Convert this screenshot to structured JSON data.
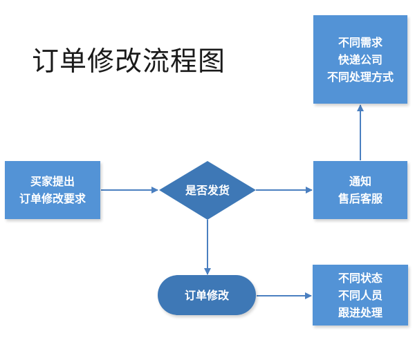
{
  "title": "订单修改流程图",
  "nodes": {
    "start": [
      "买家提出",
      "订单修改要求"
    ],
    "decision": "是否发货",
    "notify": [
      "通知",
      "售后客服"
    ],
    "top": [
      "不同需求",
      "快递公司",
      "不同处理方式"
    ],
    "modify": "订单修改",
    "bottom": [
      "不同状态",
      "不同人员",
      "跟进处理"
    ]
  },
  "colors": {
    "box": "#5393d6",
    "dark": "#3e78b6",
    "line": "#4a7fc0"
  }
}
